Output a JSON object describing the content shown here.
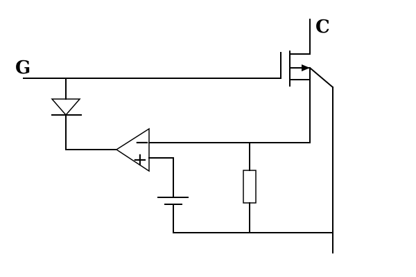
{
  "terminals": {
    "gate_label": "G",
    "collector_label": "C"
  },
  "opamp": {
    "inverting_sign": "−",
    "noninverting_sign": "+"
  },
  "components": {
    "transistor": "transistor-symbol",
    "diode": "diode-symbol",
    "opamp": "op-amp-symbol",
    "battery": "battery-symbol",
    "resistor": "resistor-symbol"
  }
}
